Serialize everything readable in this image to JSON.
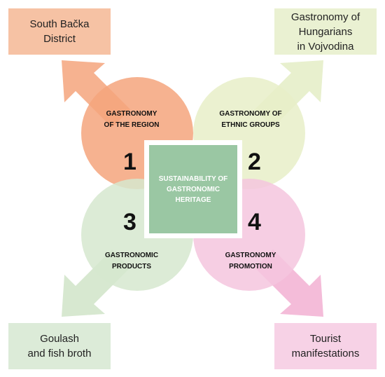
{
  "boxes": {
    "top_left": "South Bačka\nDistrict",
    "top_right": "Gastronomy of\nHungarians\nin Vojvodina",
    "bottom_left": "Goulash\nand fish broth",
    "bottom_right": "Tourist\nmanifestations"
  },
  "circles": [
    {
      "number": "1",
      "label": "GASTRONOMY\nOF THE REGION",
      "color": "#f4a47c"
    },
    {
      "number": "2",
      "label": "GASTRONOMY OF\nETHNIC GROUPS",
      "color": "#e7efc8"
    },
    {
      "number": "3",
      "label": "GASTRONOMIC\nPRODUCTS",
      "color": "#d6e8cf"
    },
    {
      "number": "4",
      "label": "GASTRONOMY\nPROMOTION",
      "color": "#f5c6de"
    }
  ],
  "center": {
    "label": "SUSTAINABILITY OF\nGASTRONOMIC\nHERITAGE",
    "color": "#9ac7a3"
  },
  "arrow_colors": {
    "top_left": "#f4a47c",
    "top_right": "#e8f0ce",
    "bottom_left": "#d7e8d0",
    "bottom_right": "#f4bcd9"
  }
}
